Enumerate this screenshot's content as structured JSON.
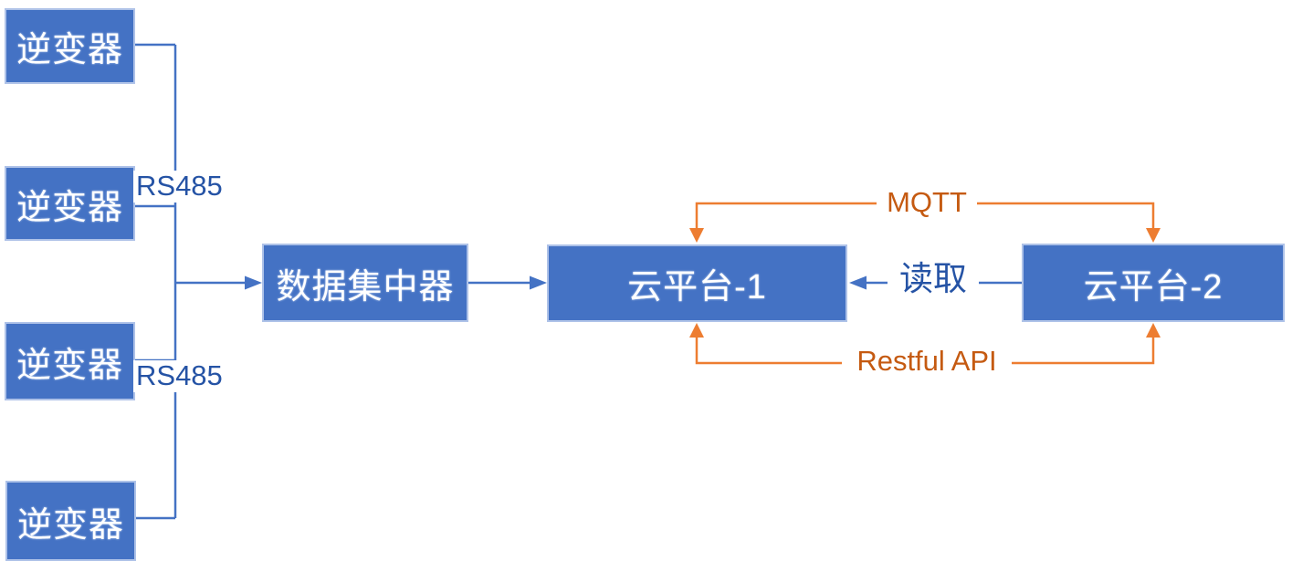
{
  "diagram": {
    "nodes": {
      "inverter1": {
        "label": "逆变器"
      },
      "inverter2": {
        "label": "逆变器"
      },
      "inverter3": {
        "label": "逆变器"
      },
      "inverter4": {
        "label": "逆变器"
      },
      "concentrator": {
        "label": "数据集中器"
      },
      "cloud1": {
        "label": "云平台-1"
      },
      "cloud2": {
        "label": "云平台-2"
      }
    },
    "edges": {
      "rs485_top_label": "RS485",
      "rs485_bottom_label": "RS485",
      "read_label": "读取",
      "mqtt_label": "MQTT",
      "restful_label": "Restful API"
    },
    "colors": {
      "node_fill": "#4472C4",
      "node_border": "#AEC2E8",
      "node_text": "#FFFFFF",
      "blue_connector": "#4472C4",
      "blue_label_text": "#2553A5",
      "orange_connector": "#ED7D31",
      "orange_label_text": "#C55A11",
      "background": "#FFFFFF"
    }
  }
}
